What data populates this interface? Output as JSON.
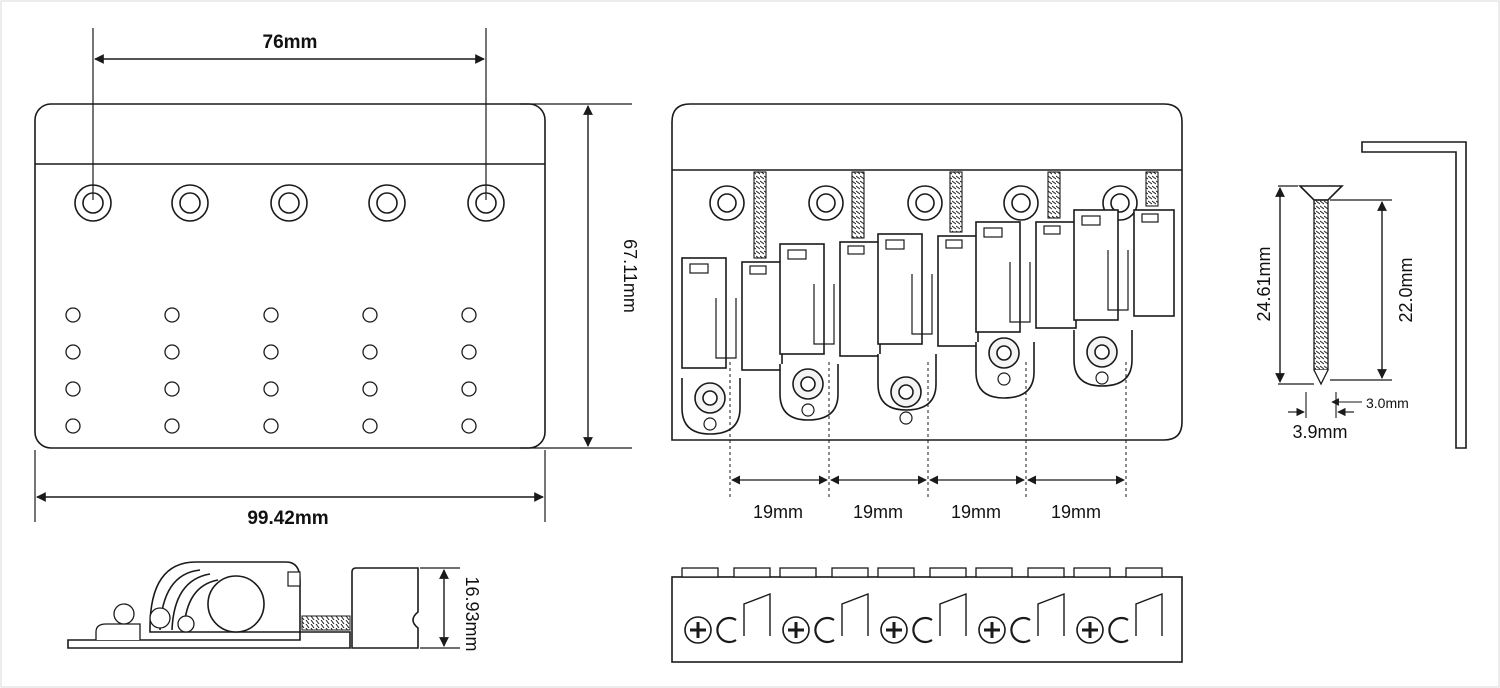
{
  "drawing": {
    "top_view": {
      "hole_spacing": "76mm",
      "width": "99.42mm",
      "height": "67.11mm"
    },
    "front_view": {
      "saddle_spacing": [
        "19mm",
        "19mm",
        "19mm",
        "19mm"
      ]
    },
    "side_view": {
      "height": "16.93mm"
    },
    "screw": {
      "overall_length": "24.61mm",
      "thread_length": "22.0mm",
      "shank_diameter": "3.0mm",
      "head_diameter": "3.9mm"
    },
    "colors": {
      "line": "#1a1a1a",
      "fill": "#ffffff",
      "hardware": "#f4f4f4"
    }
  }
}
